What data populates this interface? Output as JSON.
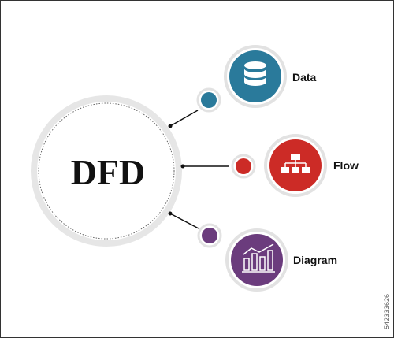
{
  "diagram": {
    "center_label": "DFD",
    "items": [
      {
        "label": "Data",
        "icon": "database-icon",
        "color": "#2a7a9b"
      },
      {
        "label": "Flow",
        "icon": "flowchart-icon",
        "color": "#cc2b26"
      },
      {
        "label": "Diagram",
        "icon": "bar-chart-icon",
        "color": "#6b3c7d"
      }
    ]
  },
  "watermark": {
    "id": "542333626"
  }
}
